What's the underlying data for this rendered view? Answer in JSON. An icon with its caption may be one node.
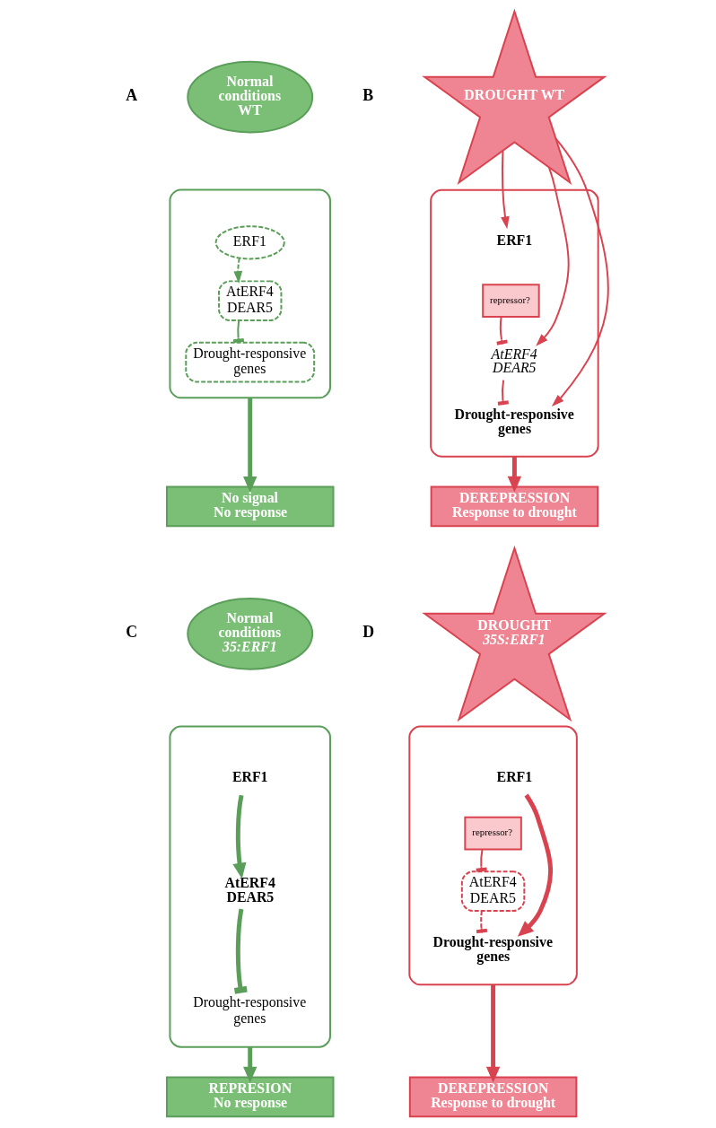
{
  "diagram": {
    "nodes": [
      {
        "text": [],
        "shape": "box"
      },
      {
        "text": [
          "Normal conditions WT"
        ]
      },
      {
        "text": [
          "ERF1"
        ],
        "in": 0
      },
      {
        "text": [
          "AtERF4 DEAR5"
        ],
        "in": 0
      },
      {
        "text": [
          "Drought-responsive genes"
        ],
        "in": 0
      },
      {
        "text": [
          "No signal",
          "No response"
        ]
      },
      {
        "text": [],
        "shape": "box"
      },
      {
        "text": [
          "DROUGHT WT"
        ]
      },
      {
        "text": [
          "ERF1"
        ],
        "in": 6
      },
      {
        "text": [
          "repressor?"
        ],
        "in": 6
      },
      {
        "text": [
          "AtERF4 DEAR5"
        ],
        "in": 6
      },
      {
        "text": [
          "Drought-responsive genes"
        ],
        "in": 6
      },
      {
        "text": [
          "DEREPRESSION",
          "Response to drought"
        ]
      },
      {
        "text": [],
        "shape": "box"
      },
      {
        "text": [
          "Normal conditions",
          "*35:ERF1*"
        ]
      },
      {
        "text": [
          "ERF1"
        ],
        "in": 13
      },
      {
        "text": [
          "AtERF4 DEAR5"
        ],
        "in": 13
      },
      {
        "text": [
          "Drought-responsive genes"
        ],
        "in": 13
      },
      {
        "text": [
          "REPRESION",
          "No response"
        ]
      },
      {
        "text": [],
        "shape": "box"
      },
      {
        "text": [
          "DROUGHT",
          "*35S:ERF1*"
        ]
      },
      {
        "text": [
          "ERF1"
        ],
        "in": 19
      },
      {
        "text": [
          "repressor?"
        ],
        "in": 19
      },
      {
        "text": [
          "AtERF4 DEAR5"
        ],
        "in": 19
      },
      {
        "text": [
          "Drought-responsive genes"
        ],
        "in": 19
      },
      {
        "text": [
          "DEREPRESSION",
          "Response to drought"
        ]
      }
    ],
    "edges": [
      {
        "from": 2,
        "to": 3,
        "arrow": "to",
        "style": "dashed",
        "color": "#5a9e5a"
      },
      {
        "from": 3,
        "to": 4,
        "arrow": "other",
        "color": "#5a9e5a"
      },
      {
        "from": 0,
        "to": 5,
        "arrow": "to",
        "style": "thick",
        "color": "#5a9e5a"
      },
      {
        "from": 7,
        "to": 8,
        "arrow": "to"
      },
      {
        "from": 7,
        "to": 10,
        "arrow": "to"
      },
      {
        "from": 7,
        "to": 11,
        "arrow": "to"
      },
      {
        "from": 9,
        "to": 10,
        "arrow": "other"
      },
      {
        "from": 10,
        "to": 11,
        "arrow": "other"
      },
      {
        "from": 6,
        "to": 12,
        "arrow": "to",
        "style": "thick"
      },
      {
        "from": 15,
        "to": 16,
        "arrow": "to",
        "style": "thick",
        "color": "#5a9e5a"
      },
      {
        "from": 16,
        "to": 17,
        "arrow": "other",
        "style": "thick",
        "color": "#5a9e5a"
      },
      {
        "from": 13,
        "to": 18,
        "arrow": "to",
        "style": "thick",
        "color": "#5a9e5a"
      },
      {
        "from": 21,
        "to": 24,
        "arrow": "to",
        "style": "thick"
      },
      {
        "from": 22,
        "to": 23,
        "arrow": "other"
      },
      {
        "from": 23,
        "to": 24,
        "arrow": "other",
        "style": "dashed"
      },
      {
        "from": 19,
        "to": 25,
        "arrow": "to",
        "style": "thick"
      }
    ],
    "labels": [
      "A",
      "B",
      "C",
      "D"
    ]
  }
}
